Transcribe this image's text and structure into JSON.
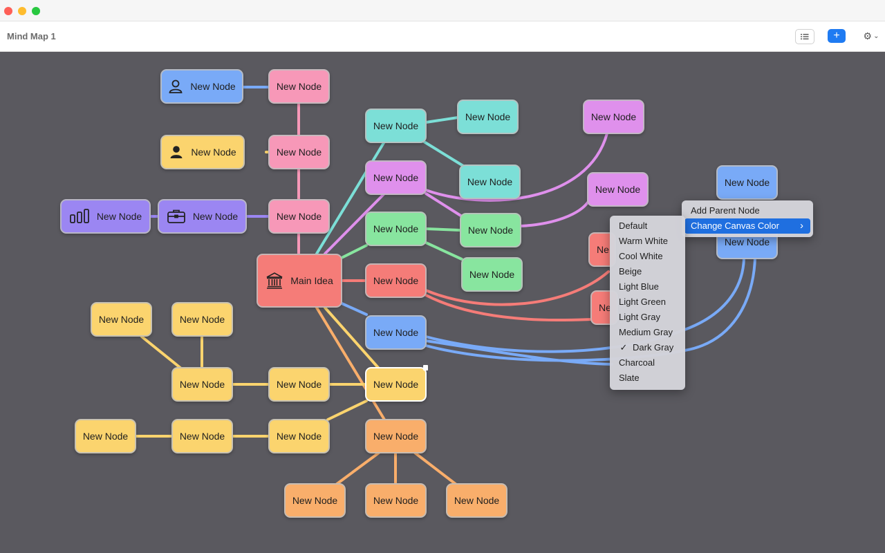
{
  "window": {
    "title": "Mind Map 1"
  },
  "toolbar": {
    "list_icon": "list-icon",
    "add_icon": "+",
    "settings_icon": "⚙",
    "chevron": "⌄"
  },
  "nodes": {
    "main": "Main Idea",
    "generic": "New Node",
    "partial": "Ne"
  },
  "context_menu": {
    "add_parent": "Add Parent Node",
    "change_canvas_color": "Change Canvas Color",
    "submenu_arrow": "›"
  },
  "color_menu": {
    "items": [
      "Default",
      "Warm White",
      "Cool White",
      "Beige",
      "Light Blue",
      "Light Green",
      "Light Gray",
      "Medium Gray",
      "Dark Gray",
      "Charcoal",
      "Slate"
    ],
    "checked": "Dark Gray",
    "check_mark": "✓"
  },
  "colors": {
    "canvas": "#5a595f",
    "accent": "#1f7bf2"
  }
}
